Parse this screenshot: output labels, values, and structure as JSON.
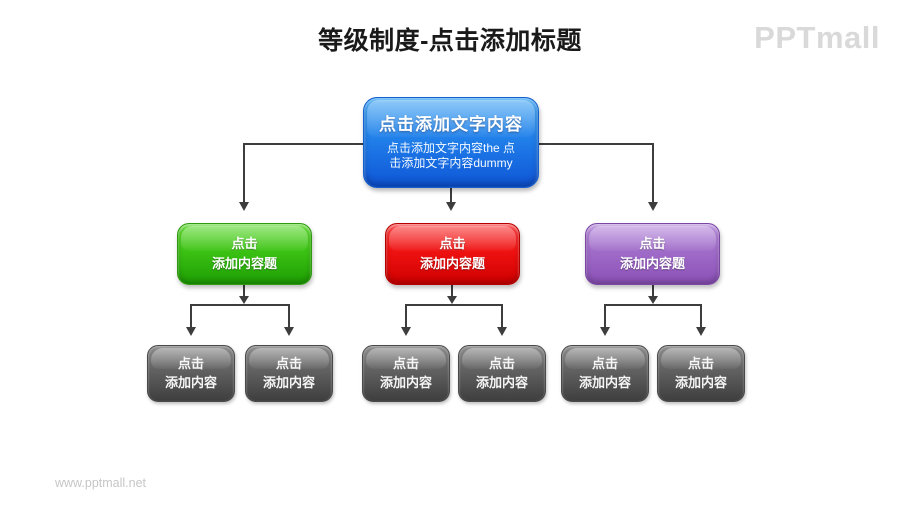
{
  "page": {
    "title": "等级制度-点击添加标题",
    "brand_logo": "PPTmall",
    "footer_url": "www.pptmall.net"
  },
  "colors": {
    "root_blue": "#2180ea",
    "branch_green": "#3cc214",
    "branch_red": "#ef1212",
    "branch_purple": "#a06cc9",
    "leaf_gray": "#646464",
    "connector": "#3d3d3d",
    "title_text": "#1a1a1a",
    "watermark": "#d9d9d9"
  },
  "org_chart": {
    "root": {
      "title": "点击添加文字内容",
      "body_line1": "点击添加文字内容the 点",
      "body_line2": "击添加文字内容dummy"
    },
    "branches": [
      {
        "line1": "点击",
        "line2": "添加内容题"
      },
      {
        "line1": "点击",
        "line2": "添加内容题"
      },
      {
        "line1": "点击",
        "line2": "添加内容题"
      }
    ],
    "leaves": [
      {
        "line1": "点击",
        "line2": "添加内容"
      },
      {
        "line1": "点击",
        "line2": "添加内容"
      },
      {
        "line1": "点击",
        "line2": "添加内容"
      },
      {
        "line1": "点击",
        "line2": "添加内容"
      },
      {
        "line1": "点击",
        "line2": "添加内容"
      },
      {
        "line1": "点击",
        "line2": "添加内容"
      }
    ]
  }
}
